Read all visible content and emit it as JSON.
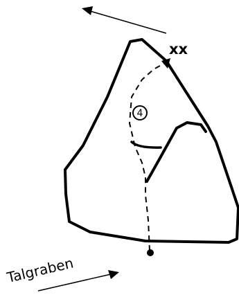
{
  "diagram": {
    "summit_mark": "xx",
    "route_number": "4",
    "valley_label": "Talgraben",
    "colors": {
      "ink": "#000000",
      "background": "#ffffff"
    }
  }
}
